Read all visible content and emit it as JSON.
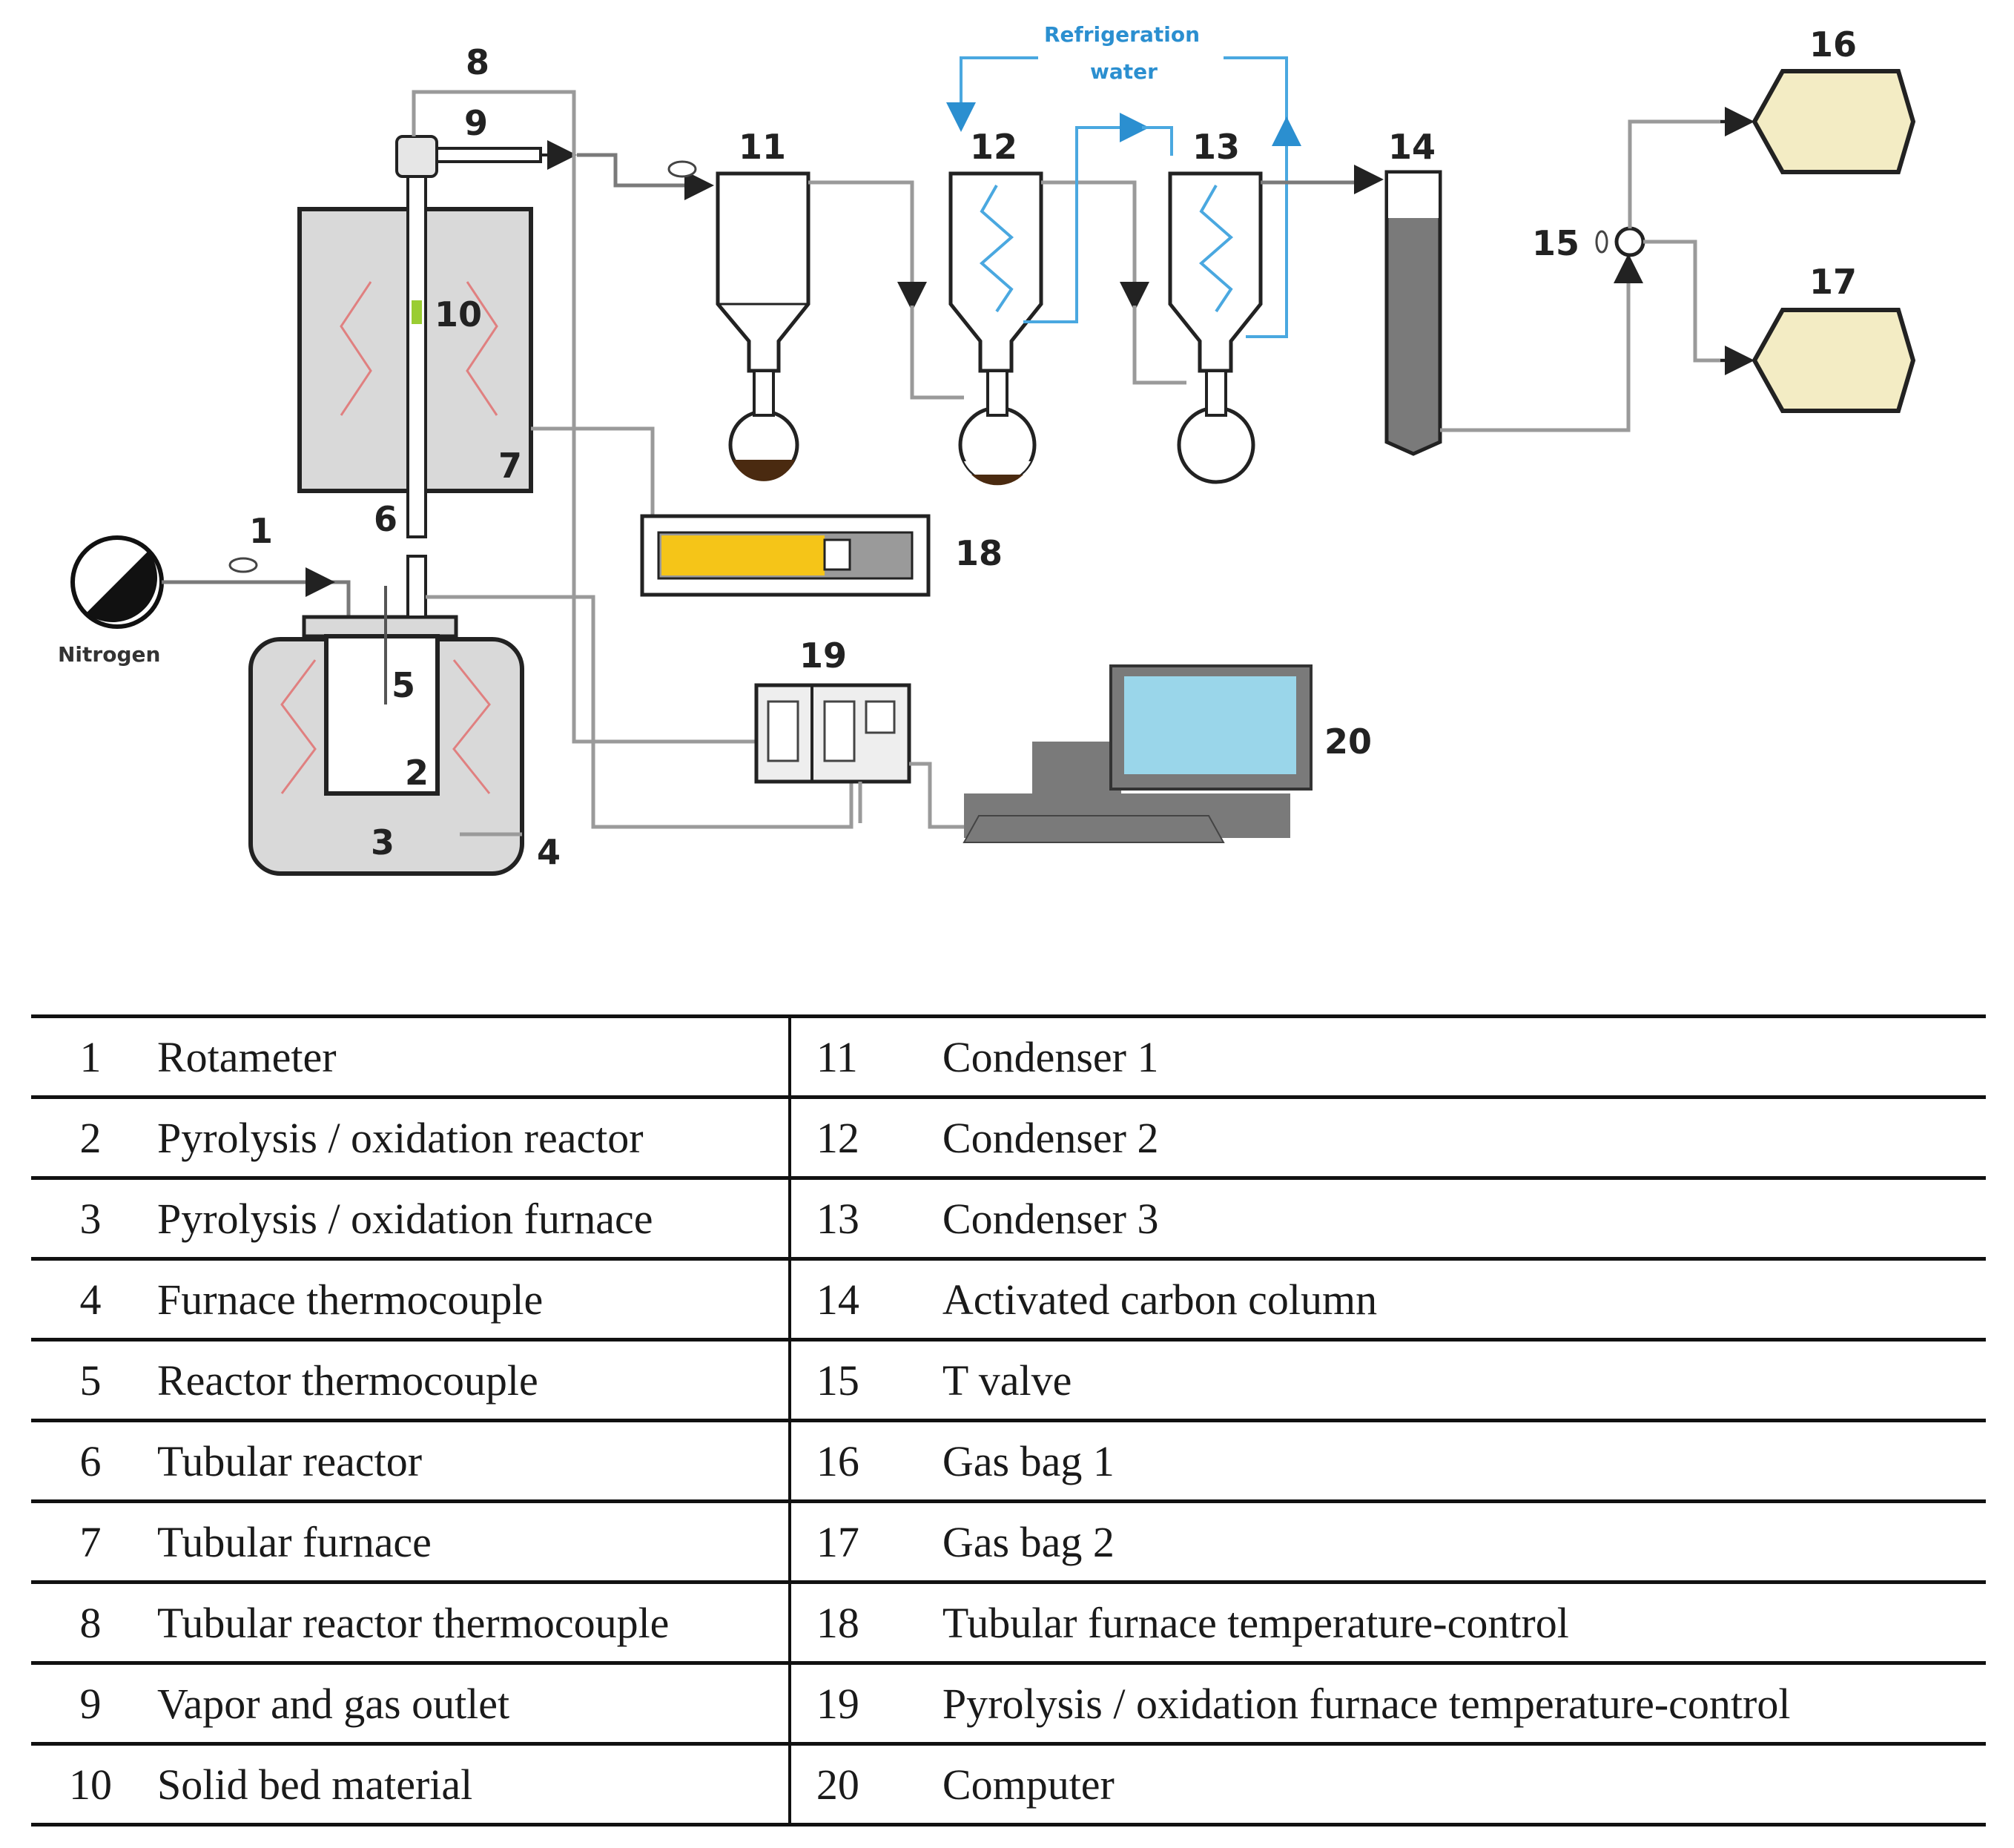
{
  "diagram": {
    "labels": [
      "1",
      "2",
      "3",
      "4",
      "5",
      "6",
      "7",
      "8",
      "9",
      "10",
      "11",
      "12",
      "13",
      "14",
      "15",
      "16",
      "17",
      "18",
      "19",
      "20"
    ],
    "nitrogen_label": "Nitrogen",
    "refrigeration_line1": "Refrigeration",
    "refrigeration_line2": "water",
    "colors": {
      "cooling_water": "#4aa8e0",
      "heating_coil": "#e08080",
      "gas_bag": "#f3ecc4",
      "controller_display": "#f5c518",
      "monitor_screen": "#9ad6ea",
      "pipe": "#9a9a9a"
    }
  },
  "legend": [
    {
      "left_num": "1",
      "left_text": "Rotameter",
      "right_num": "11",
      "right_text": "Condenser 1"
    },
    {
      "left_num": "2",
      "left_text": "Pyrolysis / oxidation reactor",
      "right_num": "12",
      "right_text": "Condenser 2"
    },
    {
      "left_num": "3",
      "left_text": "Pyrolysis / oxidation furnace",
      "right_num": "13",
      "right_text": "Condenser 3"
    },
    {
      "left_num": "4",
      "left_text": "Furnace thermocouple",
      "right_num": "14",
      "right_text": "Activated carbon column"
    },
    {
      "left_num": "5",
      "left_text": "Reactor thermocouple",
      "right_num": "15",
      "right_text": "T valve"
    },
    {
      "left_num": "6",
      "left_text": "Tubular reactor",
      "right_num": "16",
      "right_text": "Gas bag 1"
    },
    {
      "left_num": "7",
      "left_text": "Tubular furnace",
      "right_num": "17",
      "right_text": "Gas bag 2"
    },
    {
      "left_num": "8",
      "left_text": "Tubular reactor thermocouple",
      "right_num": "18",
      "right_text": "Tubular furnace temperature-control"
    },
    {
      "left_num": "9",
      "left_text": "Vapor and gas outlet",
      "right_num": "19",
      "right_text": "Pyrolysis / oxidation furnace temperature-control"
    },
    {
      "left_num": "10",
      "left_text": "Solid bed material",
      "right_num": "20",
      "right_text": "Computer"
    }
  ]
}
